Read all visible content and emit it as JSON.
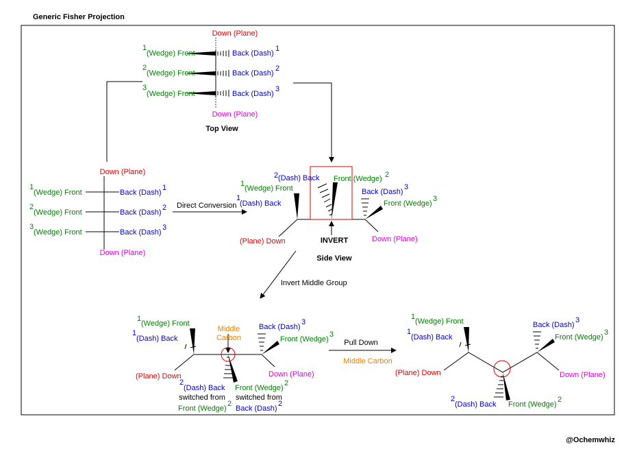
{
  "title": "Generic Fisher Projection",
  "labels": {
    "down_plane": "Down (Plane)",
    "wedge_front": "(Wedge) Front",
    "back_dash": "Back (Dash)",
    "dash_back": "(Dash) Back",
    "front_wedge": "Front (Wedge)",
    "plane_down": "(Plane) Down",
    "top_view": "Top View",
    "side_view": "Side View",
    "invert": "INVERT",
    "direct_conversion": "Direct Conversion",
    "invert_middle_group": "Invert Middle Group",
    "middle": "Middle",
    "carbon": "Carbon",
    "switched_from": "switched from",
    "pull_down": "Pull Down",
    "middle_carbon": "Middle Carbon",
    "sup1": "1",
    "sup2": "2",
    "sup3": "3"
  },
  "watermark": "@Ochemwhiz",
  "colors": {
    "wedge_front": "#008000",
    "back_dash": "#0000cc",
    "down_plane_top": "#e00000",
    "down_plane_bottom": "#e000e0",
    "middle_carbon": "#f08000",
    "highlight": "#e00000"
  }
}
